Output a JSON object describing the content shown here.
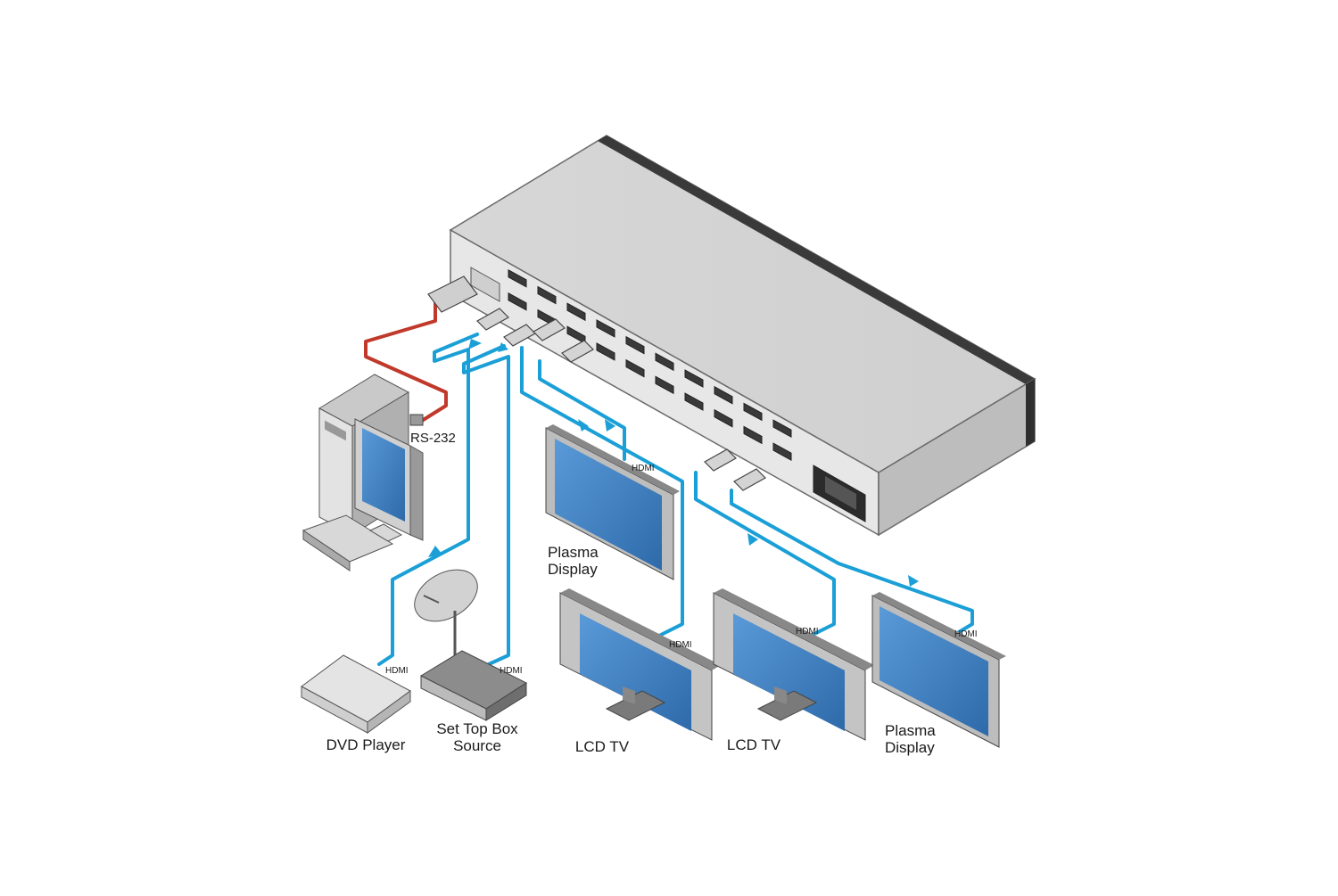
{
  "colors": {
    "cable_hdmi": "#1a9fd6",
    "cable_rs232": "#c0392b",
    "device_body": "#dcdcdc",
    "screen": "#3d7fc4"
  },
  "devices": {
    "computer": {
      "label": "RS-232"
    },
    "dvd_player": {
      "label": "DVD Player",
      "cable_label": "HDMI"
    },
    "set_top_box": {
      "label_line1": "Set Top Box",
      "label_line2": "Source",
      "cable_label": "HDMI"
    },
    "plasma_top": {
      "label_line1": "Plasma",
      "label_line2": "Display",
      "cable_label": "HDMI"
    },
    "lcd_tv_1": {
      "label": "LCD TV",
      "cable_label": "HDMI"
    },
    "lcd_tv_2": {
      "label": "LCD TV",
      "cable_label": "HDMI"
    },
    "plasma_right": {
      "label_line1": "Plasma",
      "label_line2": "Display",
      "cable_label": "HDMI"
    }
  },
  "matrix": {
    "icon": "hdmi-matrix-switcher"
  }
}
